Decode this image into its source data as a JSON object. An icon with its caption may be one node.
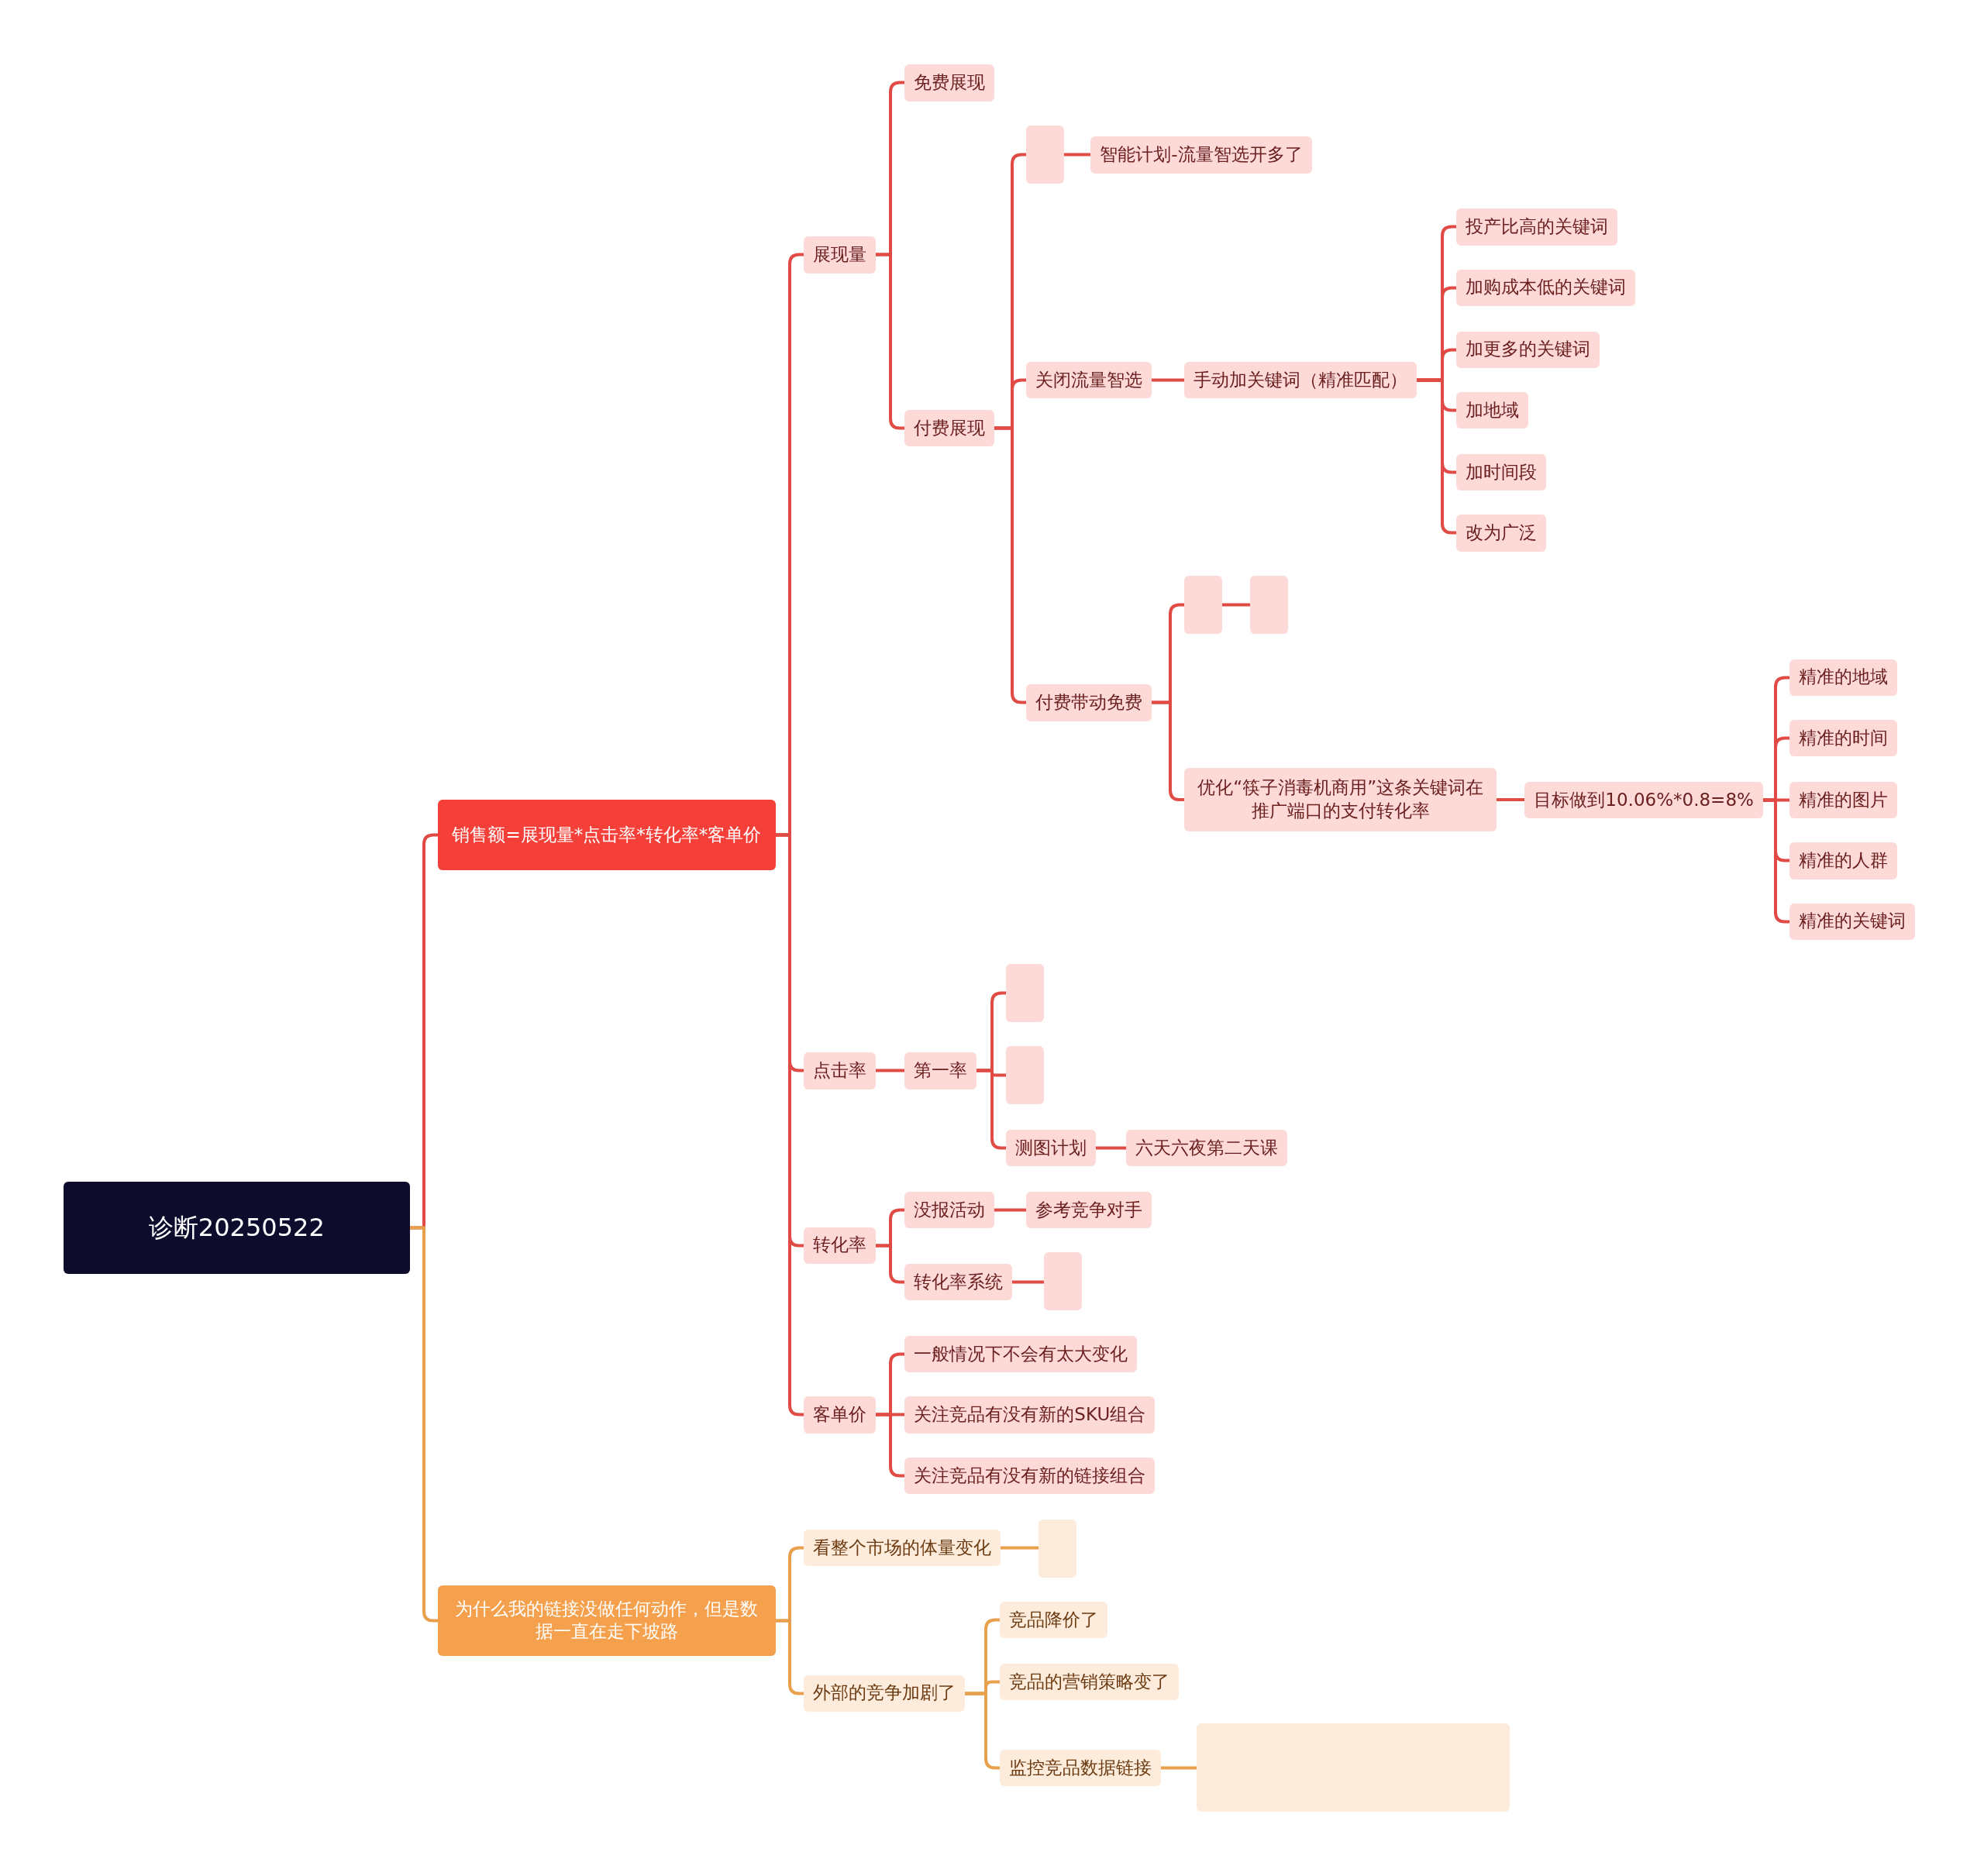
{
  "diagram": {
    "nodes": [
      {
        "text": [
          "诊断20250522"
        ]
      },
      {
        "text": [
          "销售额=展现量*点击率*转化率*客单价"
        ]
      },
      {
        "text": [
          "展现量"
        ]
      },
      {
        "text": [
          "免费展现"
        ]
      },
      {
        "text": [
          "付费展现"
        ]
      },
      {
        "text": [],
        "shape": "box"
      },
      {
        "text": [
          "智能计划-流量智选开多了"
        ]
      },
      {
        "text": [
          "关闭流量智选"
        ]
      },
      {
        "text": [
          "手动加关键词（精准匹配）"
        ]
      },
      {
        "text": [
          "投产比高的关键词"
        ]
      },
      {
        "text": [
          "加购成本低的关键词"
        ]
      },
      {
        "text": [
          "加更多的关键词"
        ]
      },
      {
        "text": [
          "加地域"
        ]
      },
      {
        "text": [
          "加时间段"
        ]
      },
      {
        "text": [
          "改为广泛"
        ]
      },
      {
        "text": [
          "付费带动免费"
        ]
      },
      {
        "text": [],
        "shape": "box"
      },
      {
        "text": [],
        "shape": "box"
      },
      {
        "text": [
          "优化“筷子消毒机商用”这条关键词在推广端口的支付转化率"
        ]
      },
      {
        "text": [
          "目标做到10.06%*0.8=8%"
        ]
      },
      {
        "text": [
          "精准的地域"
        ]
      },
      {
        "text": [
          "精准的时间"
        ]
      },
      {
        "text": [
          "精准的图片"
        ]
      },
      {
        "text": [
          "精准的人群"
        ]
      },
      {
        "text": [
          "精准的关键词"
        ]
      },
      {
        "text": [
          "点击率"
        ]
      },
      {
        "text": [
          "第一率"
        ]
      },
      {
        "text": [],
        "shape": "box"
      },
      {
        "text": [],
        "shape": "box"
      },
      {
        "text": [
          "测图计划"
        ]
      },
      {
        "text": [
          "六天六夜第二天课"
        ]
      },
      {
        "text": [
          "转化率"
        ]
      },
      {
        "text": [
          "没报活动"
        ]
      },
      {
        "text": [
          "参考竞争对手"
        ]
      },
      {
        "text": [
          "转化率系统"
        ]
      },
      {
        "text": [],
        "shape": "box"
      },
      {
        "text": [
          "客单价"
        ]
      },
      {
        "text": [
          "一般情况下不会有太大变化"
        ]
      },
      {
        "text": [
          "关注竞品有没有新的SKU组合"
        ]
      },
      {
        "text": [
          "关注竞品有没有新的链接组合"
        ]
      },
      {
        "text": [
          "为什么我的链接没做任何动作，但是数据一直在走下坡路"
        ]
      },
      {
        "text": [
          "看整个市场的体量变化"
        ]
      },
      {
        "text": [],
        "shape": "box"
      },
      {
        "text": [
          "外部的竞争加剧了"
        ]
      },
      {
        "text": [
          "竞品降价了"
        ]
      },
      {
        "text": [
          "竞品的营销策略变了"
        ]
      },
      {
        "text": [
          "监控竞品数据链接"
        ]
      },
      {
        "text": [],
        "shape": "box"
      }
    ],
    "edges": [
      {
        "from": 0,
        "to": 1,
        "arrow": "none"
      },
      {
        "from": 0,
        "to": 40,
        "arrow": "none",
        "color": "#e8a04c"
      },
      {
        "from": 1,
        "to": 2,
        "arrow": "none"
      },
      {
        "from": 1,
        "to": 25,
        "arrow": "none"
      },
      {
        "from": 1,
        "to": 31,
        "arrow": "none"
      },
      {
        "from": 1,
        "to": 36,
        "arrow": "none"
      },
      {
        "from": 2,
        "to": 3,
        "arrow": "none"
      },
      {
        "from": 2,
        "to": 4,
        "arrow": "none"
      },
      {
        "from": 4,
        "to": 5,
        "arrow": "none"
      },
      {
        "from": 4,
        "to": 7,
        "arrow": "none"
      },
      {
        "from": 4,
        "to": 15,
        "arrow": "none"
      },
      {
        "from": 5,
        "to": 6,
        "arrow": "none"
      },
      {
        "from": 7,
        "to": 8,
        "arrow": "none"
      },
      {
        "from": 8,
        "to": 9,
        "arrow": "none"
      },
      {
        "from": 8,
        "to": 10,
        "arrow": "none"
      },
      {
        "from": 8,
        "to": 11,
        "arrow": "none"
      },
      {
        "from": 8,
        "to": 12,
        "arrow": "none"
      },
      {
        "from": 8,
        "to": 13,
        "arrow": "none"
      },
      {
        "from": 8,
        "to": 14,
        "arrow": "none"
      },
      {
        "from": 15,
        "to": 16,
        "arrow": "none"
      },
      {
        "from": 15,
        "to": 18,
        "arrow": "none"
      },
      {
        "from": 16,
        "to": 17,
        "arrow": "none"
      },
      {
        "from": 18,
        "to": 19,
        "arrow": "none"
      },
      {
        "from": 19,
        "to": 20,
        "arrow": "none"
      },
      {
        "from": 19,
        "to": 21,
        "arrow": "none"
      },
      {
        "from": 19,
        "to": 22,
        "arrow": "none"
      },
      {
        "from": 19,
        "to": 23,
        "arrow": "none"
      },
      {
        "from": 19,
        "to": 24,
        "arrow": "none"
      },
      {
        "from": 25,
        "to": 26,
        "arrow": "none"
      },
      {
        "from": 26,
        "to": 27,
        "arrow": "none"
      },
      {
        "from": 26,
        "to": 28,
        "arrow": "none"
      },
      {
        "from": 26,
        "to": 29,
        "arrow": "none"
      },
      {
        "from": 29,
        "to": 30,
        "arrow": "none"
      },
      {
        "from": 31,
        "to": 32,
        "arrow": "none"
      },
      {
        "from": 31,
        "to": 34,
        "arrow": "none"
      },
      {
        "from": 32,
        "to": 33,
        "arrow": "none"
      },
      {
        "from": 34,
        "to": 35,
        "arrow": "none"
      },
      {
        "from": 36,
        "to": 37,
        "arrow": "none"
      },
      {
        "from": 36,
        "to": 38,
        "arrow": "none"
      },
      {
        "from": 36,
        "to": 39,
        "arrow": "none"
      },
      {
        "from": 40,
        "to": 41,
        "arrow": "none",
        "color": "#e8a04c"
      },
      {
        "from": 40,
        "to": 43,
        "arrow": "none",
        "color": "#e8a04c"
      },
      {
        "from": 41,
        "to": 42,
        "arrow": "none",
        "color": "#e8a04c"
      },
      {
        "from": 43,
        "to": 44,
        "arrow": "none",
        "color": "#e8a04c"
      },
      {
        "from": 43,
        "to": 45,
        "arrow": "none",
        "color": "#e8a04c"
      },
      {
        "from": 43,
        "to": 46,
        "arrow": "none",
        "color": "#e8a04c"
      },
      {
        "from": 46,
        "to": 47,
        "arrow": "none",
        "color": "#e8a04c"
      }
    ]
  }
}
